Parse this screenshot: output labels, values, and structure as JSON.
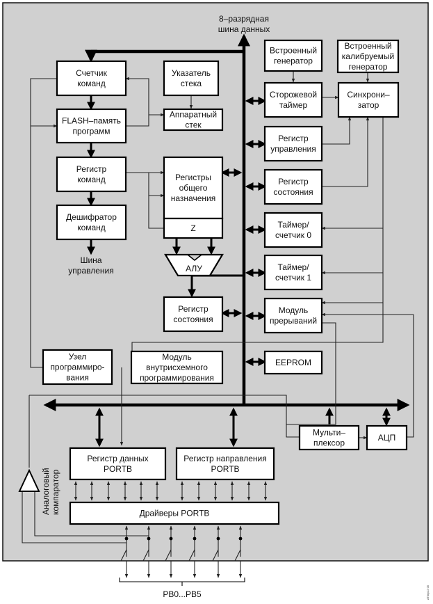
{
  "colors": {
    "panel": "#d0d0d0",
    "box_fill": "#ffffff",
    "line": "#000000"
  },
  "labels": {
    "data_bus": [
      "8–разрядная",
      "шина данных"
    ],
    "control_bus": [
      "Шина",
      "управления"
    ],
    "comparator": [
      "Аналоговый",
      "компаратор"
    ],
    "pins": "PB0...PB5",
    "side_code": "ATtiny12 05"
  },
  "blocks": [
    {
      "id": "program-counter",
      "lines": [
        "Счетчик",
        "команд"
      ]
    },
    {
      "id": "stack-pointer",
      "lines": [
        "Указатель",
        "стека"
      ]
    },
    {
      "id": "flash-memory",
      "lines": [
        "FLASH–память",
        "программ"
      ]
    },
    {
      "id": "hardware-stack",
      "lines": [
        "Аппаратный",
        "стек"
      ]
    },
    {
      "id": "instruction-register",
      "lines": [
        "Регистр",
        "команд"
      ]
    },
    {
      "id": "general-registers",
      "lines": [
        "Регистры",
        "общего",
        "назначения"
      ]
    },
    {
      "id": "z-register",
      "lines": [
        "Z"
      ]
    },
    {
      "id": "instruction-decoder",
      "lines": [
        "Дешифратор",
        "команд"
      ]
    },
    {
      "id": "alu",
      "lines": [
        "АЛУ"
      ]
    },
    {
      "id": "status-register-left",
      "lines": [
        "Регистр",
        "состояния"
      ]
    },
    {
      "id": "internal-oscillator",
      "lines": [
        "Встроенный",
        "генератор"
      ]
    },
    {
      "id": "calibrated-oscillator",
      "lines": [
        "Встроенный",
        "калибруемый",
        "генератор"
      ]
    },
    {
      "id": "watchdog-timer",
      "lines": [
        "Сторожевой",
        "таймер"
      ]
    },
    {
      "id": "synchronizer",
      "lines": [
        "Синхрони–",
        "затор"
      ]
    },
    {
      "id": "control-register",
      "lines": [
        "Регистр",
        "управления"
      ]
    },
    {
      "id": "status-register-right",
      "lines": [
        "Регистр",
        "состояния"
      ]
    },
    {
      "id": "timer-counter-0",
      "lines": [
        "Таймер/",
        "счетчик 0"
      ]
    },
    {
      "id": "timer-counter-1",
      "lines": [
        "Таймер/",
        "счетчик 1"
      ]
    },
    {
      "id": "interrupt-module",
      "lines": [
        "Модуль",
        "прерываний"
      ]
    },
    {
      "id": "eeprom",
      "lines": [
        "EEPROM"
      ]
    },
    {
      "id": "programming-unit",
      "lines": [
        "Узел",
        "программиро-",
        "вания"
      ]
    },
    {
      "id": "isp-module",
      "lines": [
        "Модуль",
        "внутрисхемного",
        "программирования"
      ]
    },
    {
      "id": "multiplexer",
      "lines": [
        "Мульти–",
        "плексор"
      ]
    },
    {
      "id": "adc",
      "lines": [
        "АЦП"
      ]
    },
    {
      "id": "portb-data-register",
      "lines": [
        "Регистр данных",
        "PORTB"
      ]
    },
    {
      "id": "portb-direction-register",
      "lines": [
        "Регистр направления",
        "PORTB"
      ]
    },
    {
      "id": "portb-drivers",
      "lines": [
        "Драйверы PORTB"
      ]
    }
  ]
}
